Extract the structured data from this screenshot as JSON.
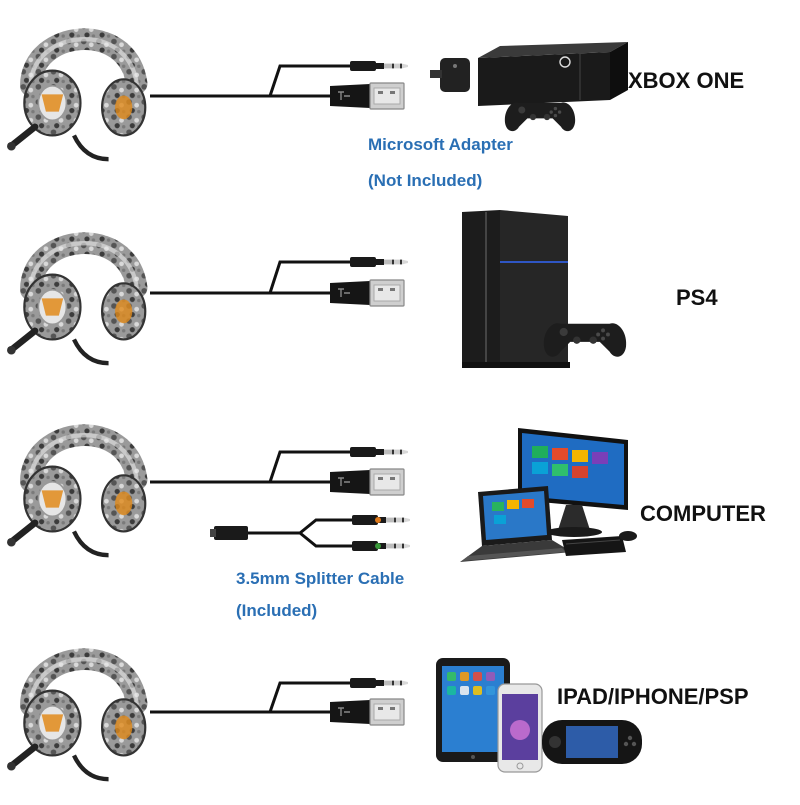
{
  "colors": {
    "cable": "#111111",
    "note_text": "#2a6fb4",
    "label_text": "#111111",
    "headset_base": "#8a8a8a",
    "headset_accent": "#e08a1a"
  },
  "rows": [
    {
      "id": "xbox",
      "device_label": "XBOX ONE",
      "note_lines": [
        "Microsoft Adapter",
        "(Not Included)"
      ],
      "icons": [
        "headset-icon",
        "audio-jack-icon",
        "usb-plug-icon",
        "xbox-adapter-icon",
        "xbox-console-icon",
        "xbox-controller-icon"
      ]
    },
    {
      "id": "ps4",
      "device_label": "PS4",
      "note_lines": [],
      "icons": [
        "headset-icon",
        "audio-jack-icon",
        "usb-plug-icon",
        "ps4-console-icon",
        "ps4-controller-icon"
      ]
    },
    {
      "id": "computer",
      "device_label": "COMPUTER",
      "note_lines": [
        "3.5mm Splitter Cable",
        "(Included)"
      ],
      "icons": [
        "headset-icon",
        "audio-jack-icon",
        "usb-plug-icon",
        "splitter-cable-icon",
        "desktop-monitor-icon",
        "laptop-icon",
        "keyboard-icon",
        "mouse-icon"
      ]
    },
    {
      "id": "mobile",
      "device_label": "IPAD/IPHONE/PSP",
      "note_lines": [],
      "icons": [
        "headset-icon",
        "audio-jack-icon",
        "usb-plug-icon",
        "tablet-icon",
        "smartphone-icon",
        "psp-icon"
      ]
    }
  ]
}
